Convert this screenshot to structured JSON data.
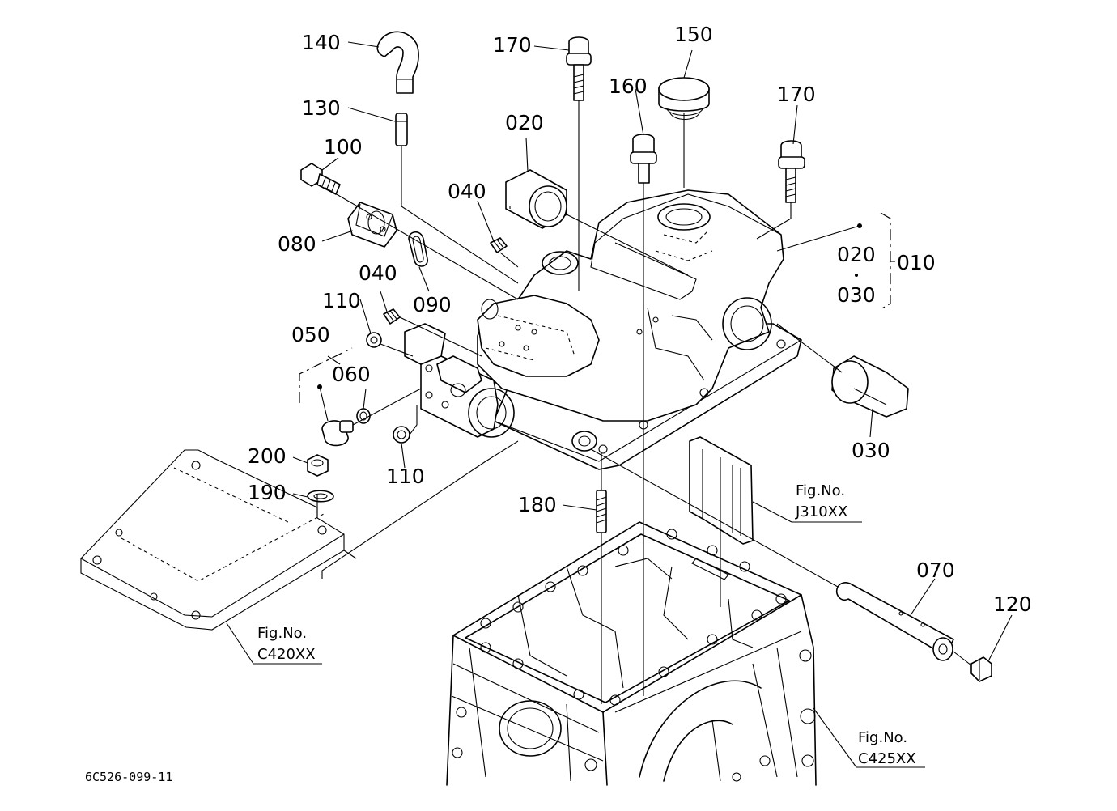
{
  "labels": {
    "p140": "140",
    "p130": "130",
    "p100": "100",
    "p080": "080",
    "p090": "090",
    "p040a": "040",
    "p040b": "040",
    "p110a": "110",
    "p110b": "110",
    "p050": "050",
    "p060": "060",
    "p200": "200",
    "p190": "190",
    "p170a": "170",
    "p170b": "170",
    "p020a": "020",
    "p020b": "020",
    "p030a": "030",
    "p030b": "030",
    "p010": "010",
    "p150": "150",
    "p160": "160",
    "p180": "180",
    "p070": "070",
    "p120": "120"
  },
  "references": {
    "ref_j310": {
      "line1": "Fig.No.",
      "line2": "J310XX"
    },
    "ref_c420": {
      "line1": "Fig.No.",
      "line2": "C420XX"
    },
    "ref_c425": {
      "line1": "Fig.No.",
      "line2": "C425XX"
    }
  },
  "drawing_code": "6C526-099-11"
}
